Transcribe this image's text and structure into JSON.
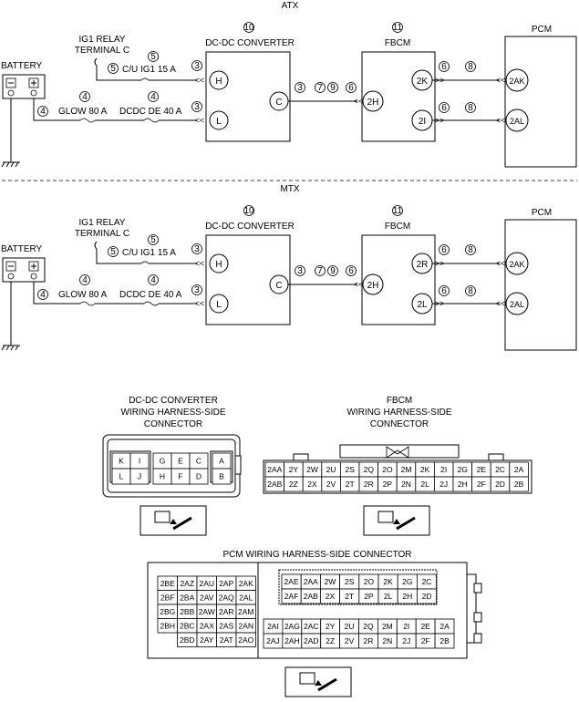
{
  "sections": [
    {
      "title": "ATX",
      "battery": "BATTERY",
      "ig1_relay": [
        "IG1 RELAY",
        "TERMINAL C"
      ],
      "fuse_cu": "C/U IG1 15 A",
      "fuse_glow": "GLOW 80 A",
      "fuse_dcdc": "DCDC DE 40 A",
      "dcdc_title": "DC-DC CONVERTER",
      "fbcm_title": "FBCM",
      "pcm_title": "PCM",
      "circ_10": "10",
      "circ_11": "11",
      "wire_3a": "3",
      "wire_3b": "3",
      "wire_3c": "3",
      "wire_4a": "4",
      "wire_4b": "4",
      "wire_4c": "4",
      "wire_5a": "5",
      "wire_5b": "5",
      "wire_6a": "6",
      "wire_6b": "6",
      "wire_6c": "6",
      "wire_7": "7",
      "wire_9": "9",
      "wire_8a": "8",
      "wire_8b": "8",
      "term_H": "H",
      "term_L": "L",
      "term_C": "C",
      "term_2H": "2H",
      "fbcm_t1": "2K",
      "fbcm_t2": "2I",
      "pcm_t1": "2AK",
      "pcm_t2": "2AL"
    },
    {
      "title": "MTX",
      "battery": "BATTERY",
      "ig1_relay": [
        "IG1 RELAY",
        "TERMINAL C"
      ],
      "fuse_cu": "C/U IG1 15 A",
      "fuse_glow": "GLOW 80 A",
      "fuse_dcdc": "DCDC DE 40 A",
      "dcdc_title": "DC-DC CONVERTER",
      "fbcm_title": "FBCM",
      "pcm_title": "PCM",
      "circ_10": "10",
      "circ_11": "11",
      "wire_3a": "3",
      "wire_3b": "3",
      "wire_3c": "3",
      "wire_4a": "4",
      "wire_4b": "4",
      "wire_4c": "4",
      "wire_5a": "5",
      "wire_5b": "5",
      "wire_6a": "6",
      "wire_6b": "6",
      "wire_6c": "6",
      "wire_7": "7",
      "wire_9": "9",
      "wire_8a": "8",
      "wire_8b": "8",
      "term_H": "H",
      "term_L": "L",
      "term_C": "C",
      "term_2H": "2H",
      "fbcm_t1": "2R",
      "fbcm_t2": "2L",
      "pcm_t1": "2AK",
      "pcm_t2": "2AL"
    }
  ],
  "connectors": {
    "dcdc": {
      "title": [
        "DC-DC CONVERTER",
        "WIRING HARNESS-SIDE",
        "CONNECTOR"
      ],
      "rows": [
        [
          "K",
          "I",
          "G",
          "E",
          "C",
          "A"
        ],
        [
          "L",
          "J",
          "H",
          "F",
          "D",
          "B"
        ]
      ]
    },
    "fbcm": {
      "title": [
        "FBCM",
        "WIRING HARNESS-SIDE",
        "CONNECTOR"
      ],
      "rows": [
        [
          "2AA",
          "2Y",
          "2W",
          "2U",
          "2S",
          "2Q",
          "2O",
          "2M",
          "2K",
          "2I",
          "2G",
          "2E",
          "2C",
          "2A"
        ],
        [
          "2AB",
          "2Z",
          "2X",
          "2V",
          "2T",
          "2R",
          "2P",
          "2N",
          "2L",
          "2J",
          "2H",
          "2F",
          "2D",
          "2B"
        ]
      ]
    },
    "pcm": {
      "title": "PCM WIRING HARNESS-SIDE CONNECTOR",
      "left_rows": [
        [
          "2BE",
          "2AZ",
          "2AU",
          "2AP",
          "2AK"
        ],
        [
          "2BF",
          "2BA",
          "2AV",
          "2AQ",
          "2AL"
        ],
        [
          "2BG",
          "2BB",
          "2AW",
          "2AR",
          "2AM"
        ],
        [
          "2BH",
          "2BC",
          "2AX",
          "2AS",
          "2AN"
        ],
        [
          "",
          "2BD",
          "2AY",
          "2AT",
          "2AO"
        ]
      ],
      "upper_rows": [
        [
          "2AE",
          "2AA",
          "2W",
          "2S",
          "2O",
          "2K",
          "2G",
          "2C"
        ],
        [
          "2AF",
          "2AB",
          "2X",
          "2T",
          "2P",
          "2L",
          "2H",
          "2D"
        ]
      ],
      "lower_rows": [
        [
          "2AI",
          "2AG",
          "2AC",
          "2Y",
          "2U",
          "2Q",
          "2M",
          "2I",
          "2E",
          "2A"
        ],
        [
          "2AJ",
          "2AH",
          "2AD",
          "2Z",
          "2V",
          "2R",
          "2N",
          "2J",
          "2F",
          "2B"
        ]
      ]
    }
  }
}
